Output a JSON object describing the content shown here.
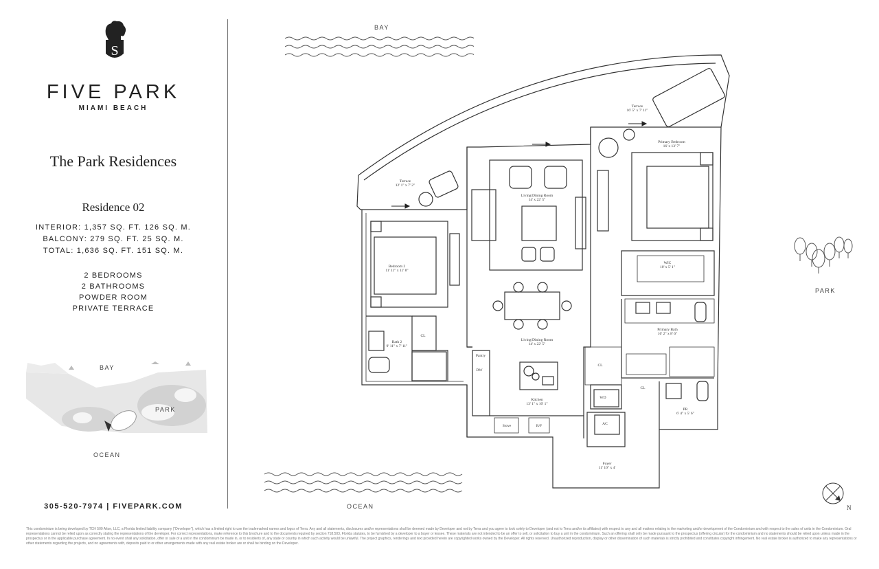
{
  "brand": {
    "wordmark": "FIVE PARK",
    "location": "MIAMI BEACH",
    "emblem_letter": "S"
  },
  "collection": "The Park Residences",
  "residence": {
    "name": "Residence 02",
    "areas": [
      "INTERIOR: 1,357 SQ. FT. 126 SQ. M.",
      "BALCONY: 279 SQ. FT. 25 SQ. M.",
      "TOTAL: 1,636 SQ. FT. 151 SQ. M."
    ],
    "features": [
      "2 BEDROOMS",
      "2 BATHROOMS",
      "POWDER ROOM",
      "PRIVATE TERRACE"
    ]
  },
  "keyplan": {
    "bay": "BAY",
    "park": "PARK",
    "ocean": "OCEAN"
  },
  "contact": "305-520-7974  |  FIVEPARK.COM",
  "orientation": {
    "bay": "BAY",
    "ocean": "OCEAN",
    "park": "PARK",
    "north": "N"
  },
  "rooms": {
    "terrace_main": {
      "name": "Terrace",
      "dim": "16' 5\" x 7' 11\""
    },
    "terrace_left": {
      "name": "Terrace",
      "dim": "12' 1\" x 7' 2\""
    },
    "primary_bedroom": {
      "name": "Primary Bedroom",
      "dim": "16' x 13' 7\""
    },
    "living_top": {
      "name": "Living/Dining Room",
      "dim": "14' x 22' 5\""
    },
    "bedroom2": {
      "name": "Bedroom 2",
      "dim": "11' 11\" x 11' 8\""
    },
    "wic": {
      "name": "WIC",
      "dim": "10' x 5' 1\""
    },
    "primary_bath": {
      "name": "Primary Bath",
      "dim": "16' 2\" x 8' 6\""
    },
    "living_bottom": {
      "name": "Living/Dining Room",
      "dim": "14' x 22' 5\""
    },
    "bath2": {
      "name": "Bath 2",
      "dim": "9' 11\" x 7' 11\""
    },
    "kitchen": {
      "name": "Kitchen",
      "dim": "13' 1\" x 10' 1\""
    },
    "pr": {
      "name": "PR",
      "dim": "6' 4\" x 5' 6\""
    },
    "foyer": {
      "name": "Foyer",
      "dim": "11' 10\" x 4'"
    }
  },
  "fixtures": {
    "cl1": "CL",
    "cl2": "CL",
    "cl3": "CL",
    "pantry": "Pantry",
    "dw": "DW",
    "wd": "WD",
    "ac": "AC",
    "stove": "Stove",
    "rf": "R/F"
  },
  "disclaimer": "This condominium is being developed by TCH 500 Alton, LLC, a Florida limited liability company (\"Developer\"), which has a limited right to use the trademarked names and logos of Terra. Any and all statements, disclosures and/or representations shall be deemed made by Developer and not by Terra and you agree to look solely to Developer (and not to Terra and/or its affiliates) with respect to any and all matters relating to the marketing and/or development of the Condominium and with respect to the sales of units in the Condominium. Oral representations cannot be relied upon as correctly stating the representations of the developer. For correct representations, make reference to this brochure and to the documents required by section 718.503, Florida statutes, to be furnished by a developer to a buyer or lessee. These materials are not intended to be an offer to sell, or solicitation to buy a unit in the condominium. Such an offering shall only be made pursuant to the prospectus (offering circular) for the condominium and no statements should be relied upon unless made in the prospectus or in the applicable purchase agreement. In no event shall any solicitation, offer or sale of a unit in the condominium be made in, or to residents of, any state or country in which such activity would be unlawful. The project graphics, renderings and text provided herein are copyrighted works owned by the Developer. All rights reserved. Unauthorized reproduction, display or other dissemination of such materials is strictly prohibited and constitutes copyright infringement. No real estate broker is authorized to make any representations or other statements regarding the projects, and no agreements with, deposits paid to or other arrangements made with any real estate broker are or shall be binding on the Developer."
}
